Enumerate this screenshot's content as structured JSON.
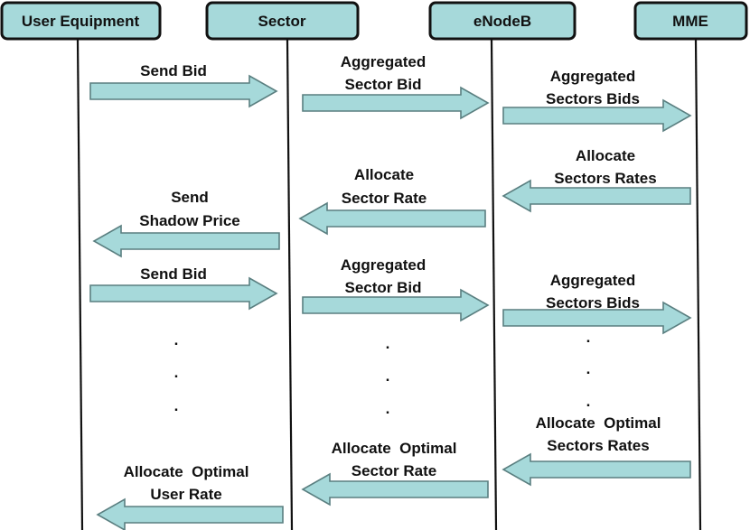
{
  "participants": [
    {
      "id": "ue",
      "label": "User Equipment"
    },
    {
      "id": "sector",
      "label": "Sector"
    },
    {
      "id": "enodeb",
      "label": "eNodeB"
    },
    {
      "id": "mme",
      "label": "MME"
    }
  ],
  "messages": [
    {
      "from": "ue",
      "to": "sector",
      "lines": [
        "Send Bid"
      ]
    },
    {
      "from": "sector",
      "to": "enodeb",
      "lines": [
        "Aggregated",
        "Sector Bid"
      ]
    },
    {
      "from": "enodeb",
      "to": "mme",
      "lines": [
        "Aggregated",
        "Sectors Bids"
      ]
    },
    {
      "from": "mme",
      "to": "enodeb",
      "lines": [
        "Allocate",
        "Sectors Rates"
      ]
    },
    {
      "from": "enodeb",
      "to": "sector",
      "lines": [
        "Allocate",
        "Sector Rate"
      ]
    },
    {
      "from": "sector",
      "to": "ue",
      "lines": [
        "Send",
        "Shadow Price"
      ]
    },
    {
      "from": "ue",
      "to": "sector",
      "lines": [
        "Send Bid"
      ]
    },
    {
      "from": "sector",
      "to": "enodeb",
      "lines": [
        "Aggregated",
        "Sector Bid"
      ]
    },
    {
      "from": "enodeb",
      "to": "mme",
      "lines": [
        "Aggregated",
        "Sectors Bids"
      ]
    },
    {
      "from": "mme",
      "to": "enodeb",
      "lines": [
        "Allocate  Optimal",
        "Sectors Rates"
      ]
    },
    {
      "from": "enodeb",
      "to": "sector",
      "lines": [
        "Allocate  Optimal",
        "Sector Rate"
      ]
    },
    {
      "from": "sector",
      "to": "ue",
      "lines": [
        "Allocate  Optimal",
        "User Rate"
      ]
    }
  ],
  "ellipsis": ".",
  "colors": {
    "arrow_fill": "#a6d9da",
    "header_fill": "#a6d9da",
    "stroke": "#111111"
  }
}
